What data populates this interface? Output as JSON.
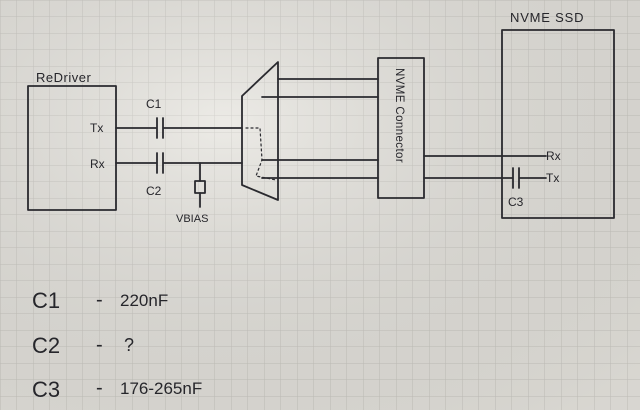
{
  "diagram": {
    "blocks": {
      "redriver": "ReDriver",
      "nvme_ssd": "NVME SSD",
      "connector": "NVME Connector"
    },
    "redriver_pins": {
      "tx": "Tx",
      "rx": "Rx"
    },
    "ssd_pins": {
      "rx": "Rx",
      "tx": "Tx"
    },
    "capacitor_labels": {
      "c1": "C1",
      "c2": "C2",
      "c3": "C3"
    },
    "bias_label": "VBIAS",
    "notes": [
      {
        "cap": "C1",
        "dash": "-",
        "value": "220nF"
      },
      {
        "cap": "C2",
        "dash": "-",
        "value": "?"
      },
      {
        "cap": "C3",
        "dash": "-",
        "value": "176-265nF"
      }
    ]
  }
}
